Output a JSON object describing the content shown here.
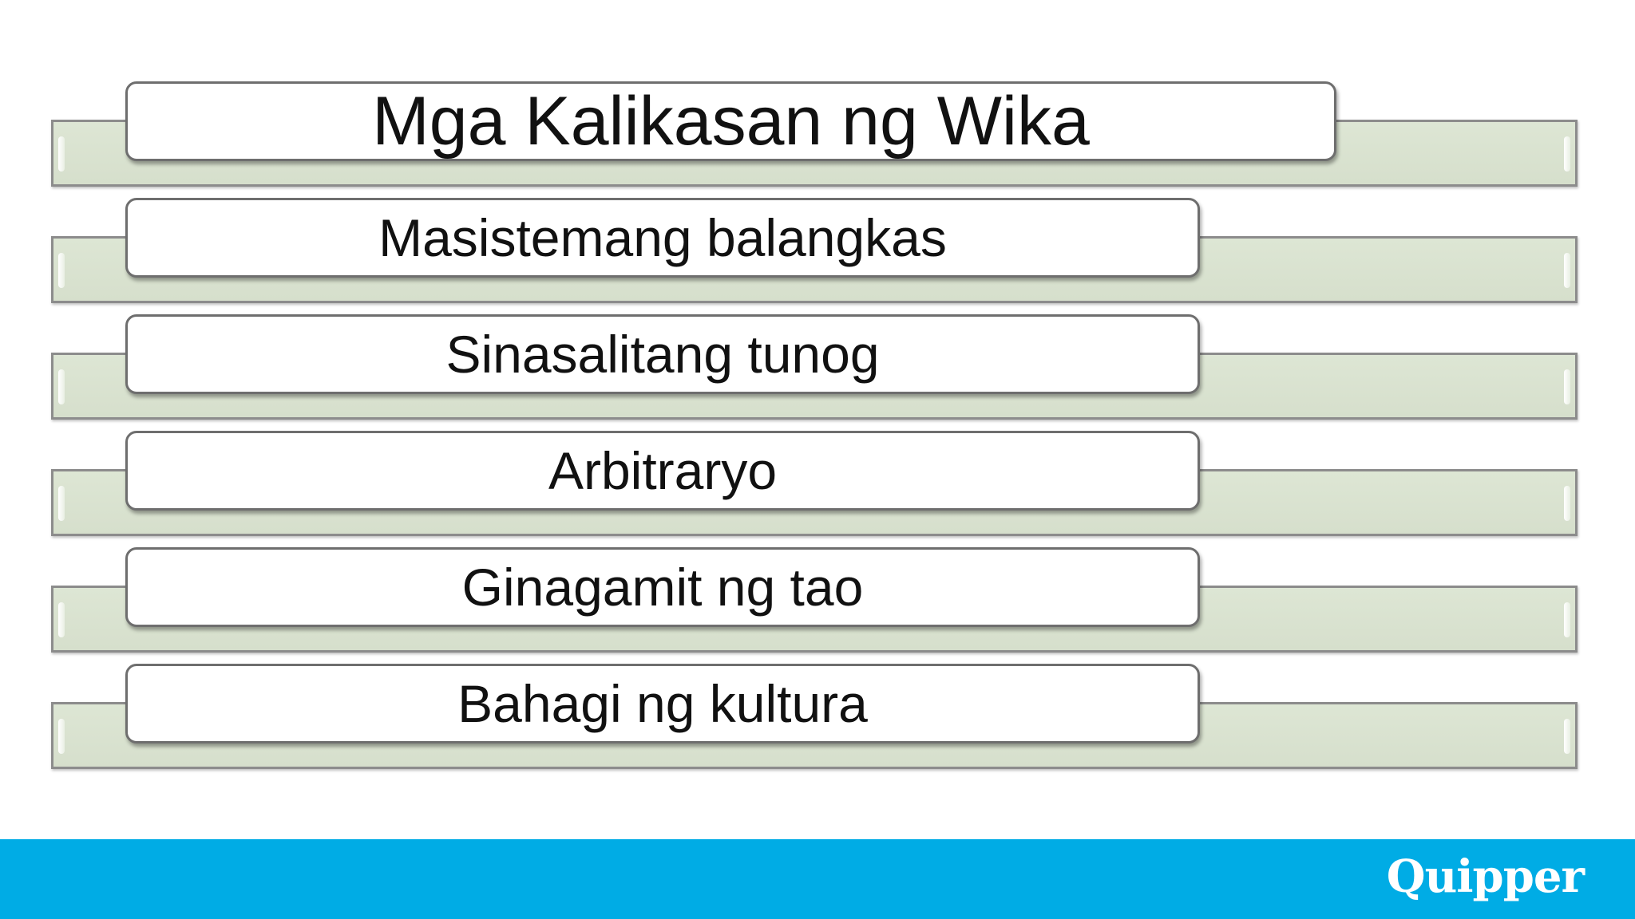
{
  "diagram": {
    "title": "Mga Kalikasan  ng Wika",
    "items": [
      "Masistemang balangkas",
      "Sinasalitang tunog",
      "Arbitraryo",
      "Ginagamit ng tao",
      "Bahagi ng kultura"
    ]
  },
  "footer": {
    "brand": "Quipper",
    "background_color": "#00ace5"
  }
}
